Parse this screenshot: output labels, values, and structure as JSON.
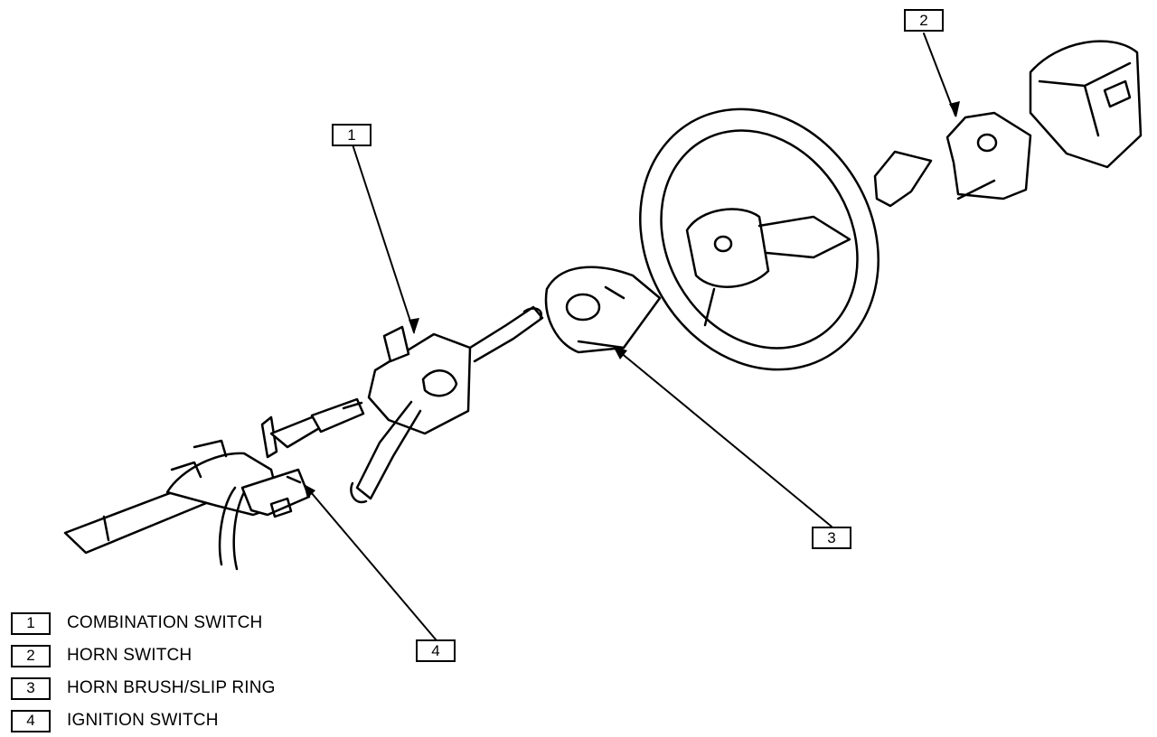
{
  "callouts": [
    {
      "id": "1",
      "part": "combination-switch"
    },
    {
      "id": "2",
      "part": "horn-switch"
    },
    {
      "id": "3",
      "part": "horn-brush-slip-ring"
    },
    {
      "id": "4",
      "part": "ignition-switch"
    }
  ],
  "legend": [
    {
      "num": "1",
      "label": "COMBINATION SWITCH"
    },
    {
      "num": "2",
      "label": "HORN SWITCH"
    },
    {
      "num": "3",
      "label": "HORN BRUSH/SLIP RING"
    },
    {
      "num": "4",
      "label": "IGNITION SWITCH"
    }
  ]
}
